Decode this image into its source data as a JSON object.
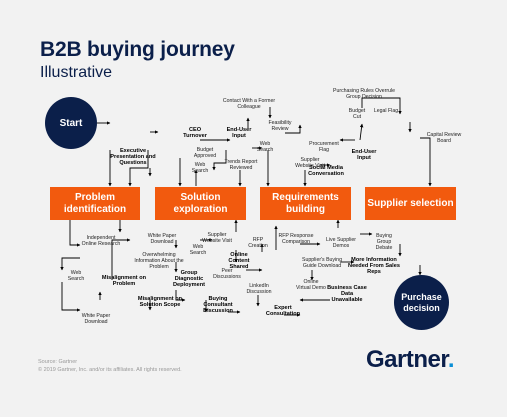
{
  "title": "B2B buying journey",
  "subtitle": "Illustrative",
  "start_label": "Start",
  "end_label": "Purchase decision",
  "stages": [
    "Problem identification",
    "Solution exploration",
    "Requirements building",
    "Supplier selection"
  ],
  "labels": {
    "contact_former_colleague": "Contact With a Former Colleague",
    "purchasing_rules": "Purchasing Rules Overrule Group Decision",
    "legal_flag": "Legal Flag",
    "budget_cut": "Budget Cut",
    "feasibility_review": "Feasibility Review",
    "ceo_turnover": "CEO Turnover",
    "end_user_input_1": "End-User Input",
    "budget_approved": "Budget Approved",
    "web_search_1": "Web Search",
    "procurement_flag": "Procurement Flag",
    "end_user_input_2": "End-User Input",
    "capital_review_board": "Capital Review Board",
    "exec_presentation": "Executive Presentation and Questions",
    "web_search_2": "Web Search",
    "trends_report": "Trends Report Reviewed",
    "supplier_website_1": "Supplier Website Visit",
    "social_media": "Social Media Conversation",
    "independent_research": "Independent Online Research",
    "white_paper_1": "White Paper Download",
    "overwhelming_info": "Overwhelming Information About the Problem",
    "supplier_website_2": "Supplier Website Visit",
    "rfp_creation": "RFP Creation",
    "rfp_response": "RFP Response Comparison",
    "live_supplier_demos": "Live Supplier Demos",
    "buying_group_debate": "Buying Group Debate",
    "web_search_3": "Web Search",
    "web_search_4": "Web Search",
    "online_content_shared": "Online Content Shared",
    "suppliers_guide": "Supplier's Buying Guide Download",
    "more_information": "More Information Needed From Sales Reps",
    "misalignment_problem": "Misalignment on Problem",
    "group_diagnostic": "Group Diagnostic Deployment",
    "peer_discussions": "Peer Discussions",
    "linkedin_discussion": "LinkedIn Discussion",
    "online_virtual_demo": "Online Virtual Demo",
    "business_case_data": "Business Case Data Unavailable",
    "misalignment_scope": "Misalignment on Solution Scope",
    "buying_consultant": "Buying Consultant Discussion",
    "expert_consultation": "Expert Consultation",
    "white_paper_2": "White Paper Download"
  },
  "footer": {
    "source": "Source: Gartner",
    "copyright": "© 2019 Gartner, Inc. and/or its affiliates. All rights reserved."
  },
  "logo": {
    "text": "Gartner",
    "dot": "."
  },
  "colors": {
    "navy": "#0b1f4a",
    "orange": "#f25a0e",
    "logo_dot": "#0b8fd6",
    "background": "#f2f2f2"
  }
}
